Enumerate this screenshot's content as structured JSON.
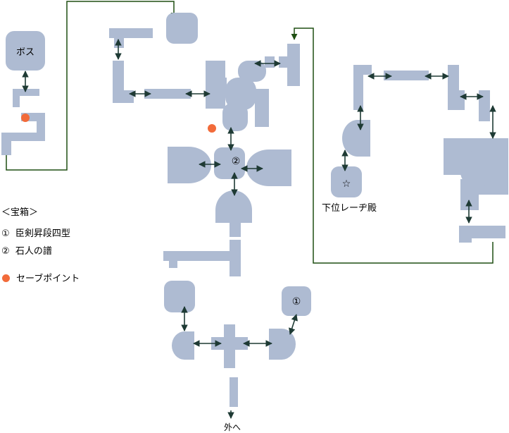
{
  "labels": {
    "boss": "ボス",
    "destination": "下位レーヂ殿",
    "star": "☆",
    "exit": "外へ",
    "chest1": "①",
    "chest2": "②"
  },
  "legend": {
    "title": "＜宝箱＞",
    "item1_mark": "①",
    "item1": "臣剣昇段四型",
    "item2_mark": "②",
    "item2": "石人の譜",
    "save": "セーブポイント"
  },
  "colors": {
    "room": "#aebbd2",
    "arrow": "#1e3a34",
    "route": "#1f4f12",
    "save_point": "#f26b3a"
  }
}
